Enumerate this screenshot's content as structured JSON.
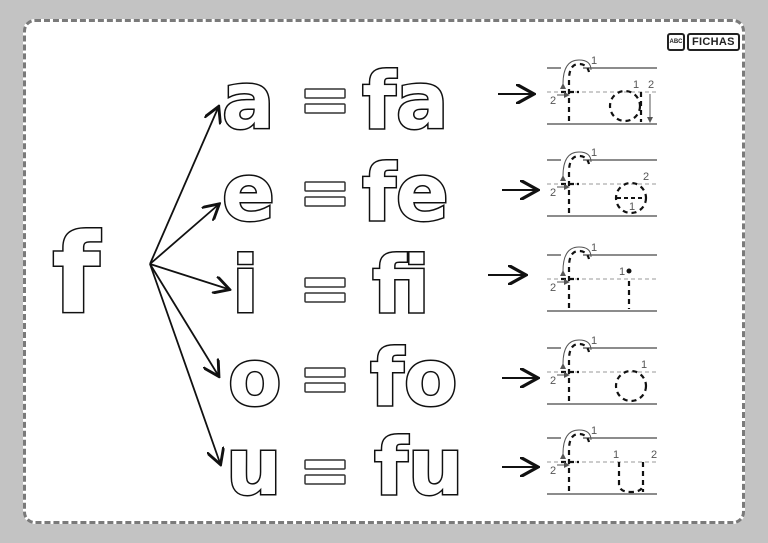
{
  "logo": {
    "cube_letters": "ABC",
    "text": "FICHAS"
  },
  "base_letter": "f",
  "equals_sign": "=",
  "rows": [
    {
      "vowel": "a",
      "syllable": "fa",
      "stroke_labels": [
        "1",
        "2",
        "1",
        "2"
      ]
    },
    {
      "vowel": "e",
      "syllable": "fe",
      "stroke_labels": [
        "1",
        "2",
        "2",
        "1"
      ]
    },
    {
      "vowel": "i",
      "syllable": "fi",
      "stroke_labels": [
        "1",
        "2",
        "1"
      ]
    },
    {
      "vowel": "o",
      "syllable": "fo",
      "stroke_labels": [
        "1",
        "2",
        "1"
      ]
    },
    {
      "vowel": "u",
      "syllable": "fu",
      "stroke_labels": [
        "1",
        "2",
        "1",
        "2"
      ]
    }
  ],
  "colors": {
    "background": "#c3c3c3",
    "sheet": "#ffffff",
    "border": "#7a7a7a",
    "ink": "#111111"
  }
}
